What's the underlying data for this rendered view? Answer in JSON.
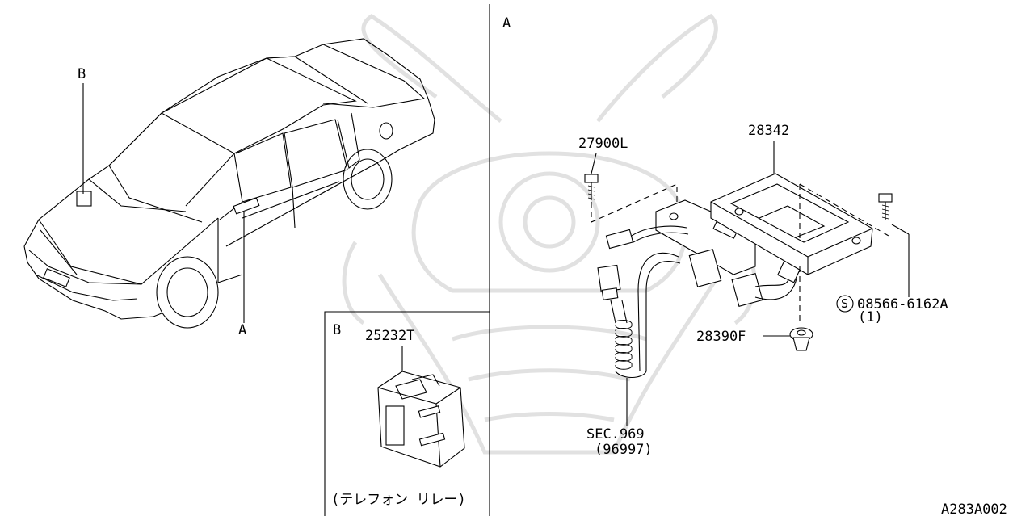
{
  "watermark": {
    "description_icon": "samurai-helmet-watermark",
    "color": "#c8c8c8"
  },
  "panel_left": {
    "callout_b": "B",
    "callout_a": "A"
  },
  "panel_b": {
    "title": "B",
    "part_number": "25232T",
    "caption": "(テレフォン リレー)"
  },
  "panel_a": {
    "title": "A",
    "parts": {
      "p27900l": "27900L",
      "p28342": "28342",
      "p08566_symbol": "S",
      "p08566": "08566-6162A",
      "p08566_qty": "(1)",
      "p28390f": "28390F",
      "sec969": "SEC.969",
      "sec969_ref": "(96997)"
    }
  },
  "diagram_code": "A283A002"
}
